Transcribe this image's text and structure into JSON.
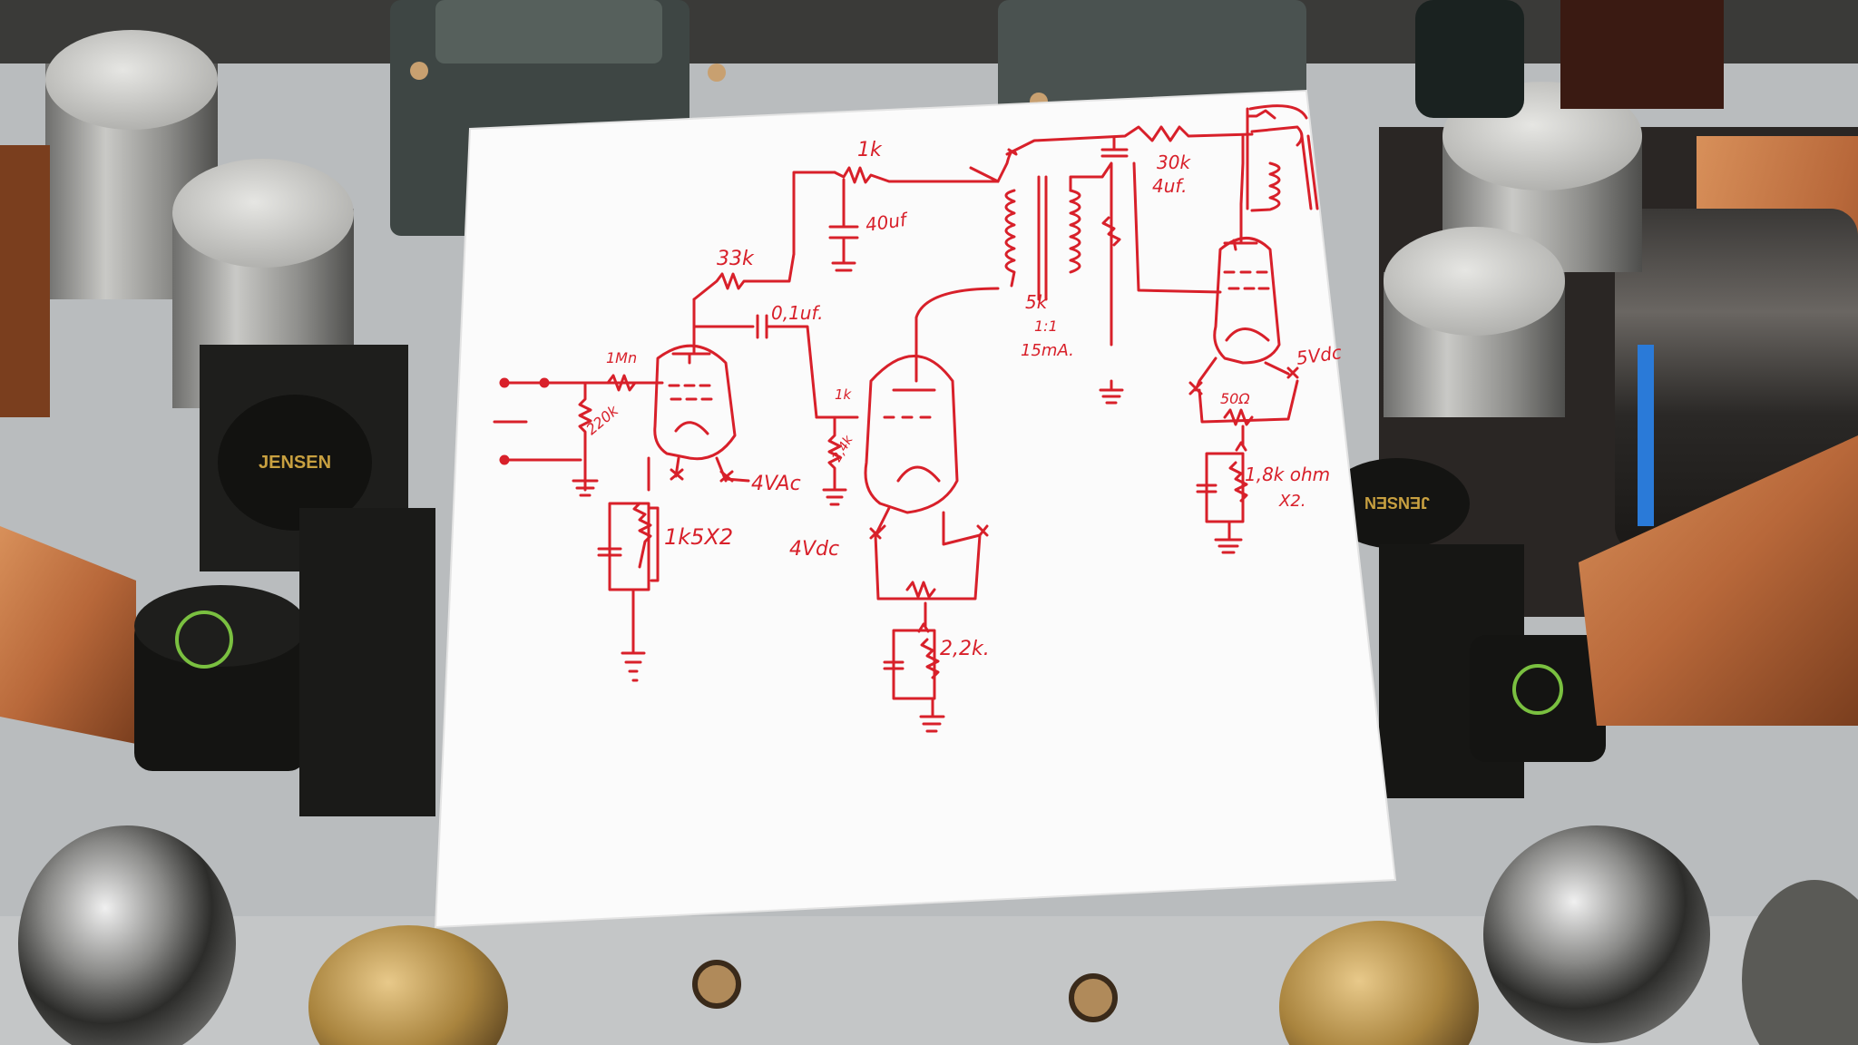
{
  "scene": {
    "description_colors": {
      "ink": "#d8202a",
      "paper": "#fbfbfb",
      "chassis": "#b9bcbe",
      "copper": "#b8683a",
      "tube_metal": "#9a9a98"
    },
    "brand_labels": [
      "JENSEN",
      "JENSEN"
    ]
  },
  "schematic": {
    "labels": {
      "r_1k": "1k",
      "c_40uf": "40uf",
      "r_33k": "33k",
      "c_01uf": "0,1uf.",
      "r_1m": "1Mn",
      "r_220k": "220k",
      "r_1k_small": "1k",
      "r_24k": "2,4k",
      "heater_1": "4VAc",
      "r_1k5x2": "1k5X2",
      "heater_2": "4Vdc",
      "r_2k2": "2,2k.",
      "xfmr_5k": "5k",
      "xfmr_ratio": "1:1",
      "xfmr_current": "15mA.",
      "r_30k": "30k",
      "c_4uf": "4uf.",
      "heater_3": "5Vdc",
      "r_50ohm": "50Ω",
      "r_1k8x2": "1,8k ohm",
      "r_x2": "X2."
    }
  }
}
